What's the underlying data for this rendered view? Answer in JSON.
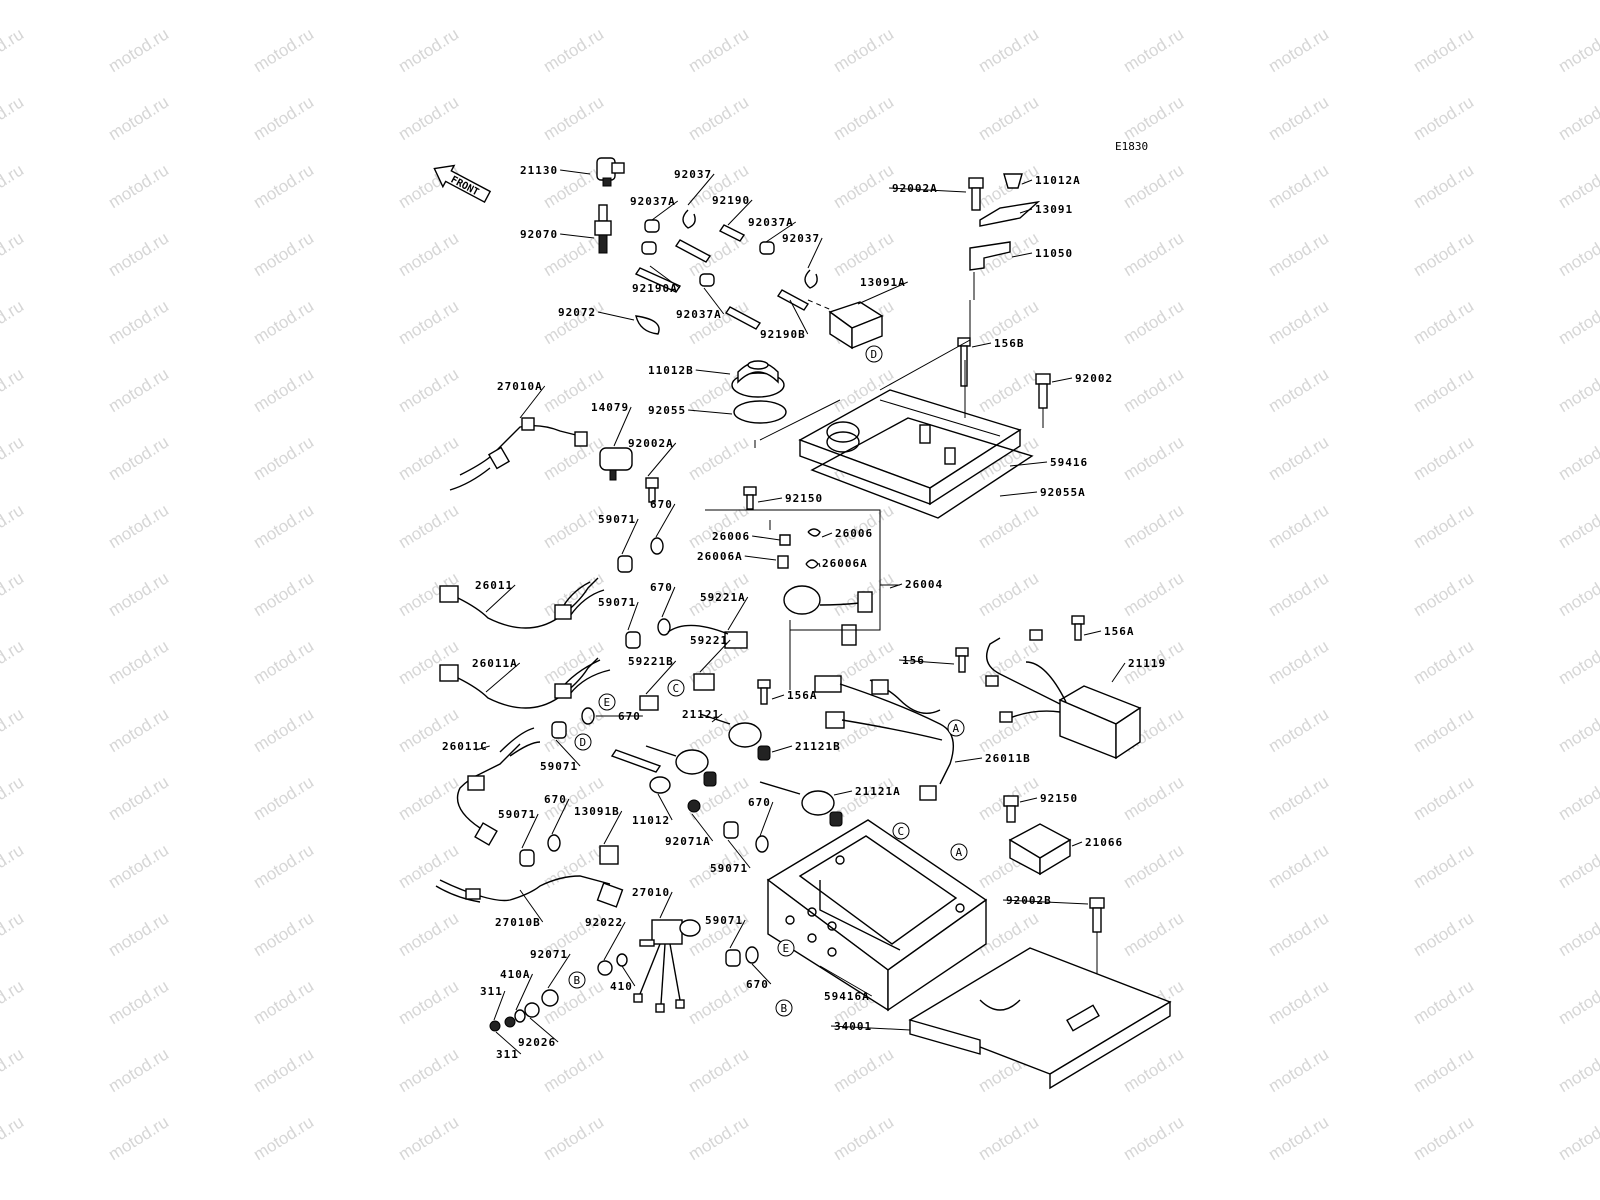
{
  "diagram": {
    "code": "E1830",
    "front_label": "FRONT",
    "watermark": "motod.ru",
    "labels": [
      {
        "id": "21130",
        "text": "21130"
      },
      {
        "id": "92037",
        "text": "92037"
      },
      {
        "id": "92037A_1",
        "text": "92037A"
      },
      {
        "id": "92190",
        "text": "92190"
      },
      {
        "id": "92070",
        "text": "92070"
      },
      {
        "id": "92037A_2",
        "text": "92037A"
      },
      {
        "id": "92037_2",
        "text": "92037"
      },
      {
        "id": "92190A",
        "text": "92190A"
      },
      {
        "id": "13091A",
        "text": "13091A"
      },
      {
        "id": "92037A_3",
        "text": "92037A"
      },
      {
        "id": "92072",
        "text": "92072"
      },
      {
        "id": "92190B",
        "text": "92190B"
      },
      {
        "id": "92002A_top",
        "text": "92002A"
      },
      {
        "id": "11012A",
        "text": "11012A"
      },
      {
        "id": "13091",
        "text": "13091"
      },
      {
        "id": "11050",
        "text": "11050"
      },
      {
        "id": "156B",
        "text": "156B"
      },
      {
        "id": "11012B",
        "text": "11012B"
      },
      {
        "id": "92002",
        "text": "92002"
      },
      {
        "id": "92055",
        "text": "92055"
      },
      {
        "id": "27010A",
        "text": "27010A"
      },
      {
        "id": "14079",
        "text": "14079"
      },
      {
        "id": "92002A_mid",
        "text": "92002A"
      },
      {
        "id": "59416",
        "text": "59416"
      },
      {
        "id": "92055A",
        "text": "92055A"
      },
      {
        "id": "92150_top",
        "text": "92150"
      },
      {
        "id": "670_1",
        "text": "670"
      },
      {
        "id": "59071_1",
        "text": "59071"
      },
      {
        "id": "26006_1",
        "text": "26006"
      },
      {
        "id": "26006_2",
        "text": "26006"
      },
      {
        "id": "26006A_1",
        "text": "26006A"
      },
      {
        "id": "26006A_2",
        "text": "26006A"
      },
      {
        "id": "26004",
        "text": "26004"
      },
      {
        "id": "26011",
        "text": "26011"
      },
      {
        "id": "670_2",
        "text": "670"
      },
      {
        "id": "59221A",
        "text": "59221A"
      },
      {
        "id": "59071_2",
        "text": "59071"
      },
      {
        "id": "59221",
        "text": "59221"
      },
      {
        "id": "156A_right",
        "text": "156A"
      },
      {
        "id": "156",
        "text": "156"
      },
      {
        "id": "21119",
        "text": "21119"
      },
      {
        "id": "26011A",
        "text": "26011A"
      },
      {
        "id": "59221B",
        "text": "59221B"
      },
      {
        "id": "156A_mid",
        "text": "156A"
      },
      {
        "id": "670_3",
        "text": "670"
      },
      {
        "id": "21121",
        "text": "21121"
      },
      {
        "id": "21121B",
        "text": "21121B"
      },
      {
        "id": "26011C",
        "text": "26011C"
      },
      {
        "id": "59071_3",
        "text": "59071"
      },
      {
        "id": "26011B",
        "text": "26011B"
      },
      {
        "id": "21121A",
        "text": "21121A"
      },
      {
        "id": "11012",
        "text": "11012"
      },
      {
        "id": "59071_4",
        "text": "59071"
      },
      {
        "id": "670_4",
        "text": "670"
      },
      {
        "id": "13091B",
        "text": "13091B"
      },
      {
        "id": "92071A",
        "text": "92071A"
      },
      {
        "id": "670_5",
        "text": "670"
      },
      {
        "id": "92150_bot",
        "text": "92150"
      },
      {
        "id": "59071_5",
        "text": "59071"
      },
      {
        "id": "21066",
        "text": "21066"
      },
      {
        "id": "27010",
        "text": "27010"
      },
      {
        "id": "27010B",
        "text": "27010B"
      },
      {
        "id": "92022",
        "text": "92022"
      },
      {
        "id": "59071_6",
        "text": "59071"
      },
      {
        "id": "92002B",
        "text": "92002B"
      },
      {
        "id": "92071",
        "text": "92071"
      },
      {
        "id": "410A",
        "text": "410A"
      },
      {
        "id": "410",
        "text": "410"
      },
      {
        "id": "311_1",
        "text": "311"
      },
      {
        "id": "92026",
        "text": "92026"
      },
      {
        "id": "311_2",
        "text": "311"
      },
      {
        "id": "670_6",
        "text": "670"
      },
      {
        "id": "59416A",
        "text": "59416A"
      },
      {
        "id": "34001",
        "text": "34001"
      }
    ],
    "refs": [
      {
        "id": "D_1",
        "text": "D"
      },
      {
        "id": "E_1",
        "text": "E"
      },
      {
        "id": "C_1",
        "text": "C"
      },
      {
        "id": "D_2",
        "text": "D"
      },
      {
        "id": "A_1",
        "text": "A"
      },
      {
        "id": "C_2",
        "text": "C"
      },
      {
        "id": "A_2",
        "text": "A"
      },
      {
        "id": "E_2",
        "text": "E"
      },
      {
        "id": "B_1",
        "text": "B"
      },
      {
        "id": "B_2",
        "text": "B"
      }
    ]
  }
}
